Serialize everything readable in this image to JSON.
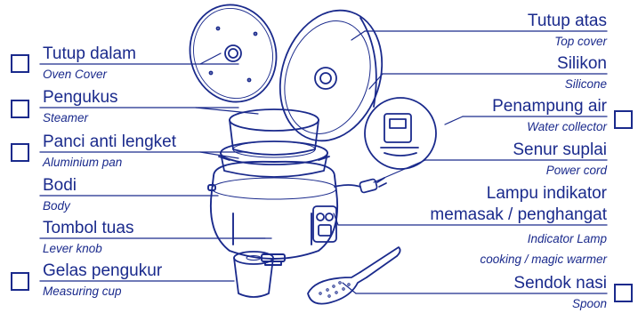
{
  "left_labels": [
    {
      "main": "Tutup dalam",
      "sub": "Oven Cover"
    },
    {
      "main": "Pengukus",
      "sub": "Steamer"
    },
    {
      "main": "Panci anti lengket",
      "sub": "Aluminium pan"
    },
    {
      "main": "Bodi",
      "sub": "Body"
    },
    {
      "main": "Tombol tuas",
      "sub": "Lever knob"
    },
    {
      "main": "Gelas pengukur",
      "sub": "Measuring cup"
    }
  ],
  "right_labels": [
    {
      "main": "Tutup atas",
      "sub": "Top cover"
    },
    {
      "main": "Silikon",
      "sub": "Silicone"
    },
    {
      "main": "Penampung air",
      "sub": "Water collector"
    },
    {
      "main": "Senur suplai",
      "sub": "Power cord"
    },
    {
      "main": "Lampu indikator",
      "main2": "memasak / penghangat",
      "sub": "Indicator Lamp",
      "sub2": "cooking / magic warmer"
    },
    {
      "main": "Sendok nasi",
      "sub": "Spoon"
    }
  ],
  "colors": {
    "line": "#1a2a8c",
    "background": "#ffffff"
  }
}
